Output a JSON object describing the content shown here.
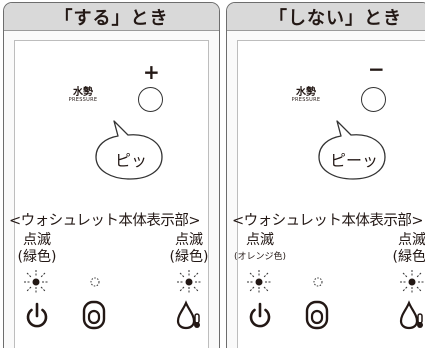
{
  "panels": [
    {
      "header": "「する」とき",
      "pressure_label": "水勢",
      "pressure_sub": "PRESSURE",
      "sign": "+",
      "bubble": "ピッ",
      "section_title": "<ウォシュレット本体表示部>",
      "left_indicator_label": "点滅",
      "left_indicator_color": "(緑色)",
      "right_indicator_label": "点滅",
      "right_indicator_color": "(緑色)"
    },
    {
      "header": "「しない」とき",
      "pressure_label": "水勢",
      "pressure_sub": "PRESSURE",
      "sign": "−",
      "bubble": "ピーッ",
      "section_title": "<ウォシュレット本体表示部>",
      "left_indicator_label": "点滅",
      "left_indicator_color": "(オレンジ色)",
      "right_indicator_label": "点滅",
      "right_indicator_color": "(緑色)"
    }
  ],
  "icons": {
    "power": "power-icon",
    "toilet_seat": "toilet-seat-icon",
    "water_temp": "water-temperature-icon",
    "blink": "blinking-light-icon",
    "dotted_light": "dotted-light-icon"
  },
  "colors": {
    "frame": "#6d6d6d",
    "header_bg": "#d9d9d9",
    "ink": "#231815"
  }
}
